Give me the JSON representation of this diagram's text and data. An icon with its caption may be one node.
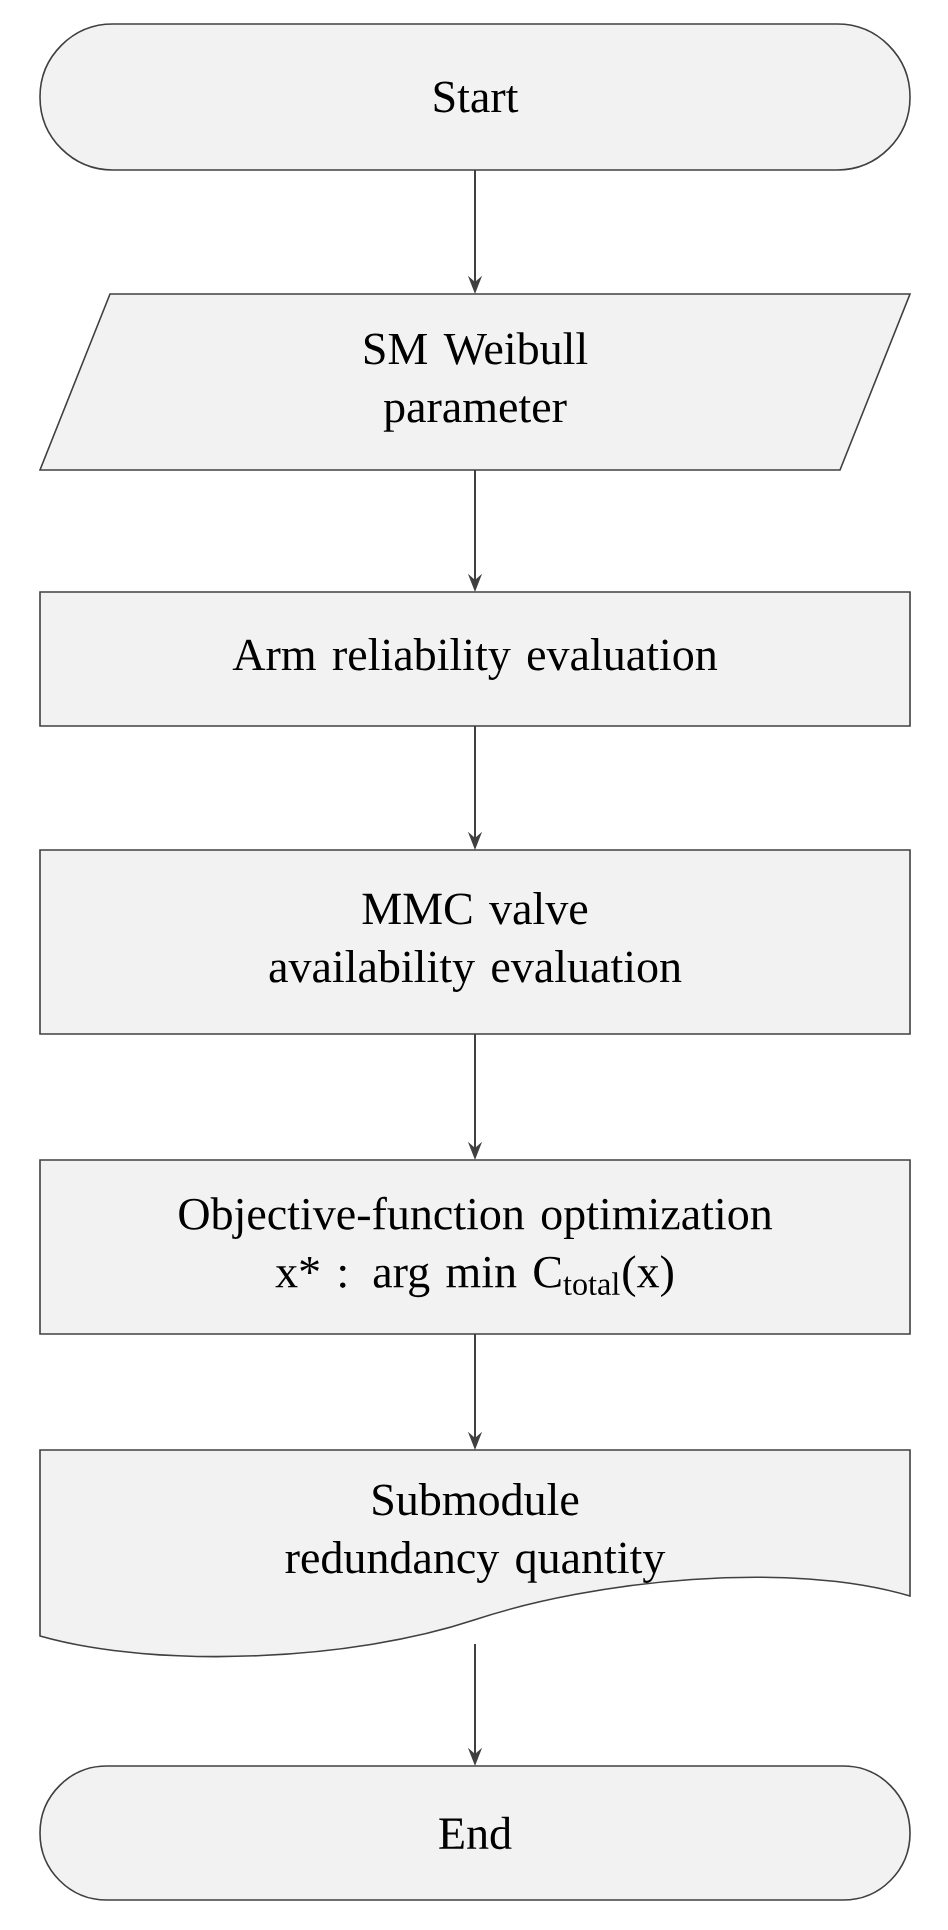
{
  "diagram": {
    "nodes": [
      {
        "text": [
          "Start"
        ]
      },
      {
        "text": [
          "SM Weibull parameter"
        ]
      },
      {
        "text": [
          "Arm reliability evaluation"
        ]
      },
      {
        "text": [
          "MMC valve availability evaluation"
        ]
      },
      {
        "text": [
          "Objective-function optimization",
          "x* : arg min C$_{total}$(x)"
        ]
      },
      {
        "text": [
          "Submodule redundancy quantity"
        ]
      },
      {
        "text": [
          "End"
        ]
      }
    ],
    "edges": [
      {
        "from": 0,
        "to": 1,
        "arrow": "to"
      },
      {
        "from": 1,
        "to": 2,
        "arrow": "to"
      },
      {
        "from": 2,
        "to": 3,
        "arrow": "to"
      },
      {
        "from": 3,
        "to": 4,
        "arrow": "to"
      },
      {
        "from": 4,
        "to": 5,
        "arrow": "to"
      },
      {
        "from": 5,
        "to": 6,
        "arrow": "to"
      }
    ]
  }
}
